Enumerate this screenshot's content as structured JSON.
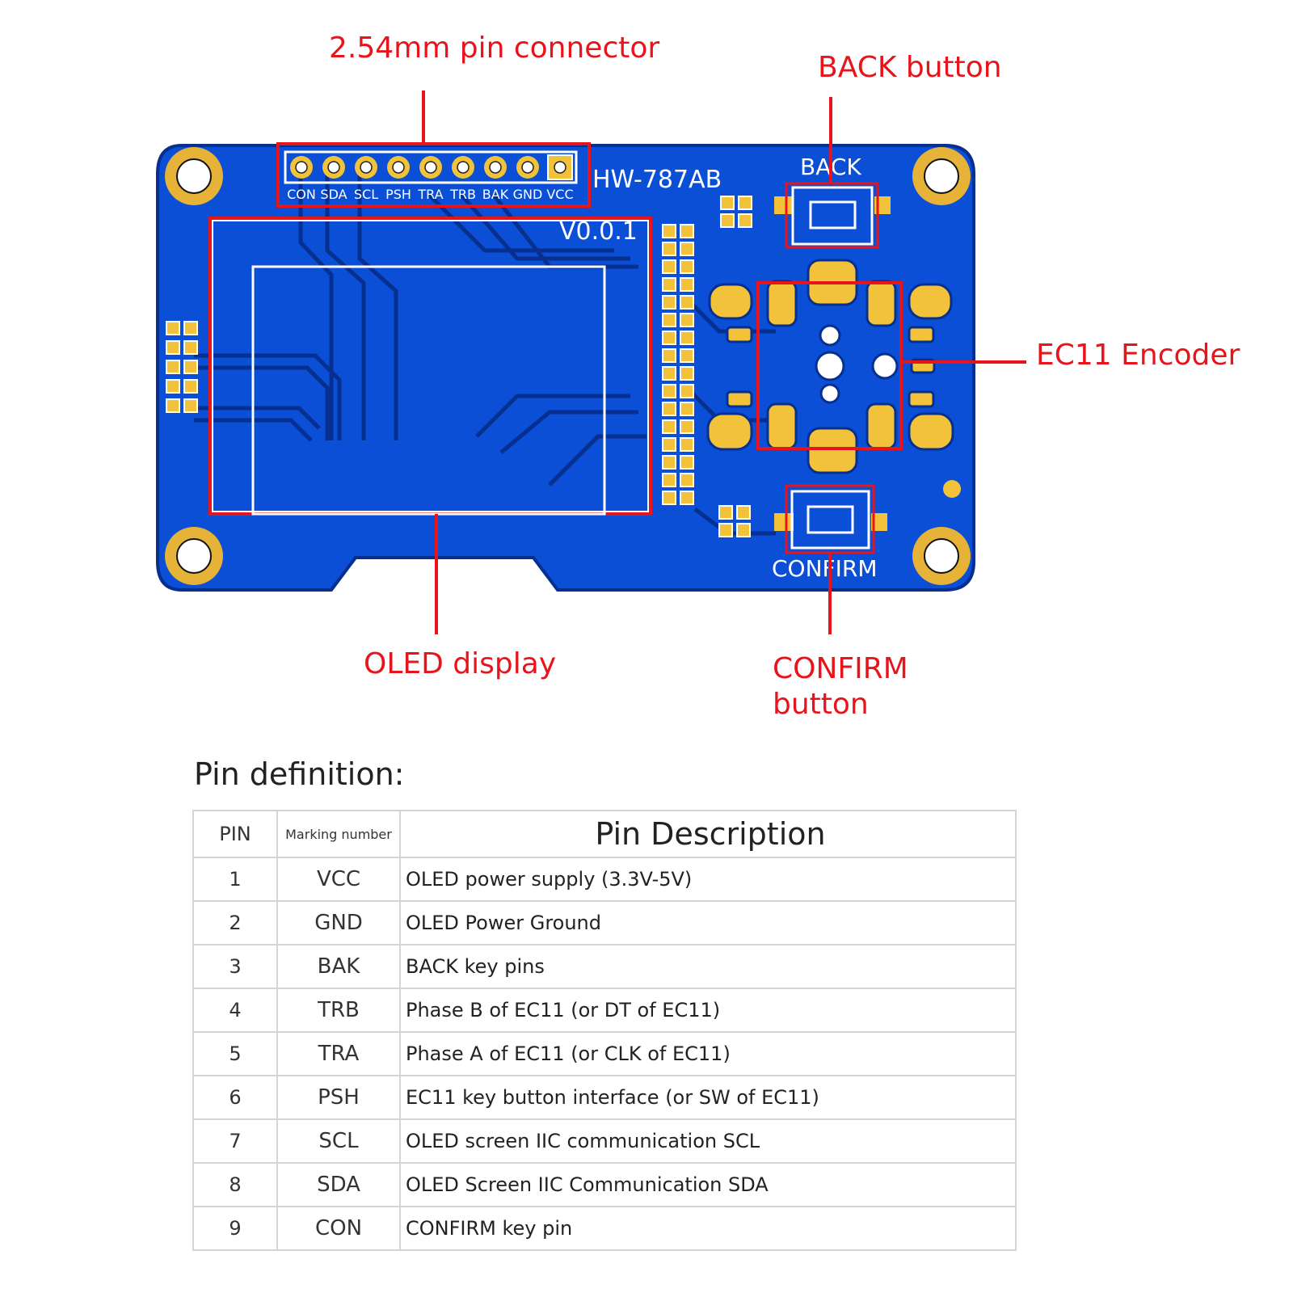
{
  "callouts": {
    "pin_connector": "2.54mm pin connector",
    "back_button": "BACK button",
    "ec11_encoder": "EC11 Encoder",
    "oled_display": "OLED display",
    "confirm_button_line1": "CONFIRM",
    "confirm_button_line2": "button"
  },
  "board": {
    "model": "HW-787AB",
    "version": "V0.0.1",
    "back_silk": "BACK",
    "confirm_silk": "CONFIRM",
    "pin_labels": [
      "CON",
      "SDA",
      "SCL",
      "PSH",
      "TRA",
      "TRB",
      "BAK",
      "GND",
      "VCC"
    ],
    "colors": {
      "pcb": "#0a4fd6",
      "trace": "#062f8f",
      "pad": "#f2c33a",
      "silk": "#ffffff",
      "callout": "#e8141c"
    }
  },
  "pin_table": {
    "title": "Pin definition:",
    "headers": {
      "pin": "PIN",
      "marking": "Marking number",
      "description": "Pin Description"
    },
    "rows": [
      {
        "pin": "1",
        "marking": "VCC",
        "description": "OLED power supply (3.3V-5V)"
      },
      {
        "pin": "2",
        "marking": "GND",
        "description": "OLED Power Ground"
      },
      {
        "pin": "3",
        "marking": "BAK",
        "description": "BACK key pins"
      },
      {
        "pin": "4",
        "marking": "TRB",
        "description": "Phase B of EC11 (or DT of EC11)"
      },
      {
        "pin": "5",
        "marking": "TRA",
        "description": "Phase A of EC11 (or CLK of EC11)"
      },
      {
        "pin": "6",
        "marking": "PSH",
        "description": "EC11 key button interface (or SW of EC11)"
      },
      {
        "pin": "7",
        "marking": "SCL",
        "description": "OLED screen IIC communication SCL"
      },
      {
        "pin": "8",
        "marking": "SDA",
        "description": "OLED Screen IIC Communication SDA"
      },
      {
        "pin": "9",
        "marking": "CON",
        "description": "CONFIRM key pin"
      }
    ]
  }
}
